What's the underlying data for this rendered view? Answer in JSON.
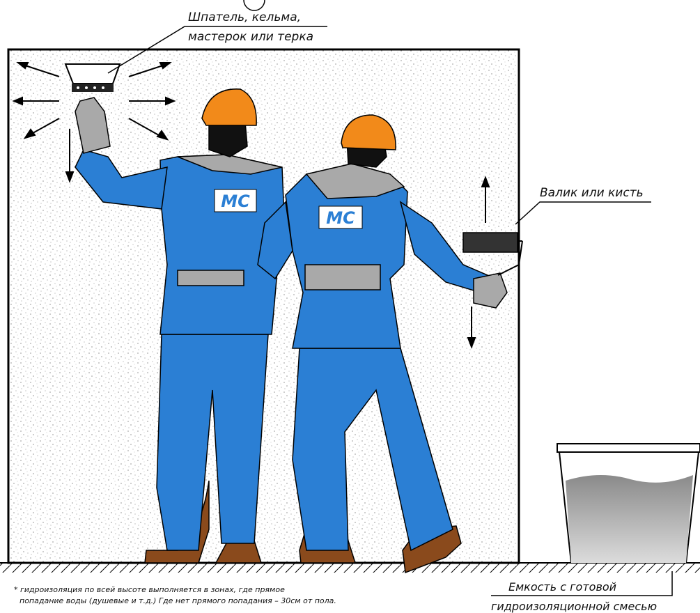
{
  "labels": {
    "tool_line1": "Шпатель, кельма,",
    "tool_line2": "мастерок или терка",
    "roller": "Валик или кисть",
    "container_line1": "Емкость с готовой",
    "container_line2": "гидроизоляционной смесью"
  },
  "logo_text": "MC",
  "footnote": {
    "line1": "* гидроизоляция по всей высоте выполняется в зонах, где прямое",
    "line2": "попадание воды (душевые и т.д.) Где нет прямого попадания – 30см от пола."
  },
  "colors": {
    "workwear_blue": "#2b7fd4",
    "workwear_grey": "#a9a9a9",
    "helmet_orange": "#f28a1a",
    "boot_brown": "#8a4a1c",
    "wall_fill": "#ffffff",
    "outline": "#000000",
    "mixture_grey": "#7c7c7c"
  },
  "icons": {
    "trowel": "trowel-icon",
    "roller": "paint-roller-icon",
    "bucket": "bucket-icon",
    "direction_arrows": "arrow-icon"
  }
}
